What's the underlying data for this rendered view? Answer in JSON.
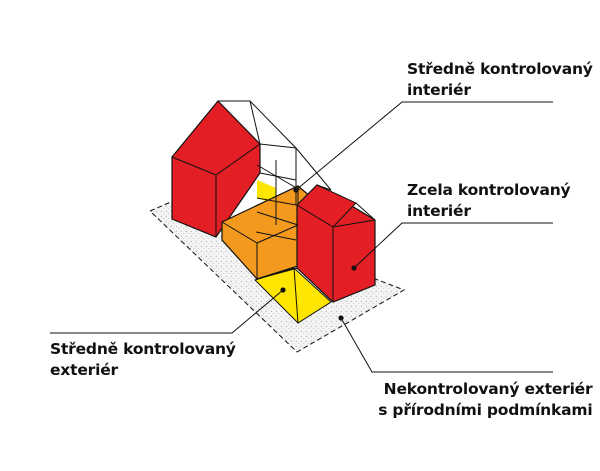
{
  "labels": {
    "semi_controlled_interior": {
      "line1": "Středně kontrolovaný",
      "line2": "interiér"
    },
    "fully_controlled_interior": {
      "line1": "Zcela kontrolovaný",
      "line2": "interiér"
    },
    "semi_controlled_exterior": {
      "line1": "Středně kontrolovaný",
      "line2": "exteriér"
    },
    "uncontrolled_exterior": {
      "line1": "Nekontrolovaný exteriér",
      "line2": "s přírodními podmínkami"
    }
  },
  "colors": {
    "full_interior_red": "#e31e24",
    "semi_interior_orange": "#f39a1e",
    "semi_exterior_yellow": "#ffe600",
    "uncontrolled_ground_grey": "#f2f2f2",
    "outline": "#111111"
  }
}
